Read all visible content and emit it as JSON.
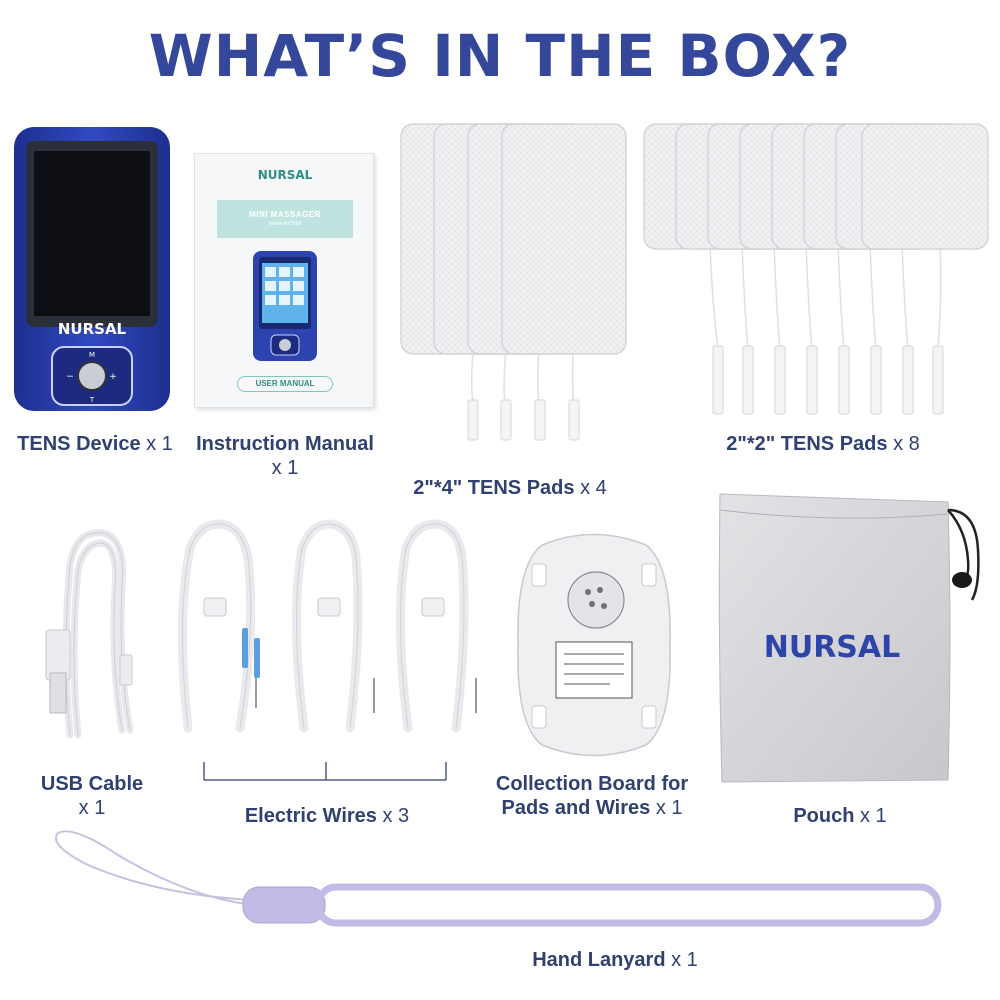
{
  "title": "WHAT’S IN THE BOX?",
  "brand": "NURSAL",
  "items": {
    "tens_device": {
      "name": "TENS Device",
      "qty": "x 1"
    },
    "manual": {
      "name": "Instruction Manual",
      "qty": "x 1",
      "cover_title": "MINI MASSAGER",
      "cover_model": "Model AX2060",
      "cover_label": "USER MANUAL"
    },
    "pads_2x4": {
      "name": "2\"*4\" TENS Pads",
      "qty": "x 4"
    },
    "pads_2x2": {
      "name": "2\"*2\" TENS Pads",
      "qty": "x 8"
    },
    "usb_cable": {
      "name": "USB Cable",
      "qty": "x 1"
    },
    "wires": {
      "name": "Electric Wires",
      "qty": "x 3"
    },
    "board": {
      "name_line1": "Collection Board for",
      "name_line2": "Pads and Wires",
      "qty": "x 1"
    },
    "pouch": {
      "name": "Pouch",
      "qty": "x 1"
    },
    "lanyard": {
      "name": "Hand Lanyard",
      "qty": "x 1"
    }
  },
  "colors": {
    "title": "#34479a",
    "caption": "#2f4170",
    "device_blue": "#2b3fa8",
    "brand_orange": "#f0a030"
  }
}
